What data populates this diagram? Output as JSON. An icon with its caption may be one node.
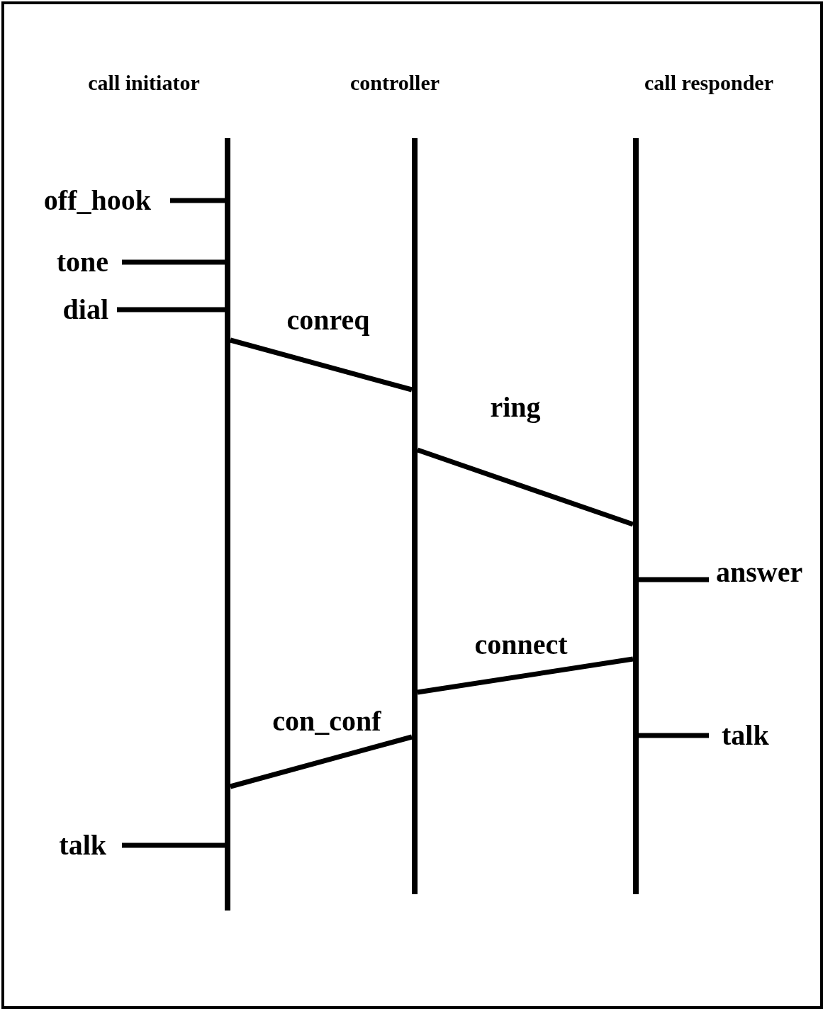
{
  "diagram": {
    "nodes": [
      {
        "text": [
          "call initiator"
        ]
      },
      {
        "text": [
          "controller"
        ]
      },
      {
        "text": [
          "call responder"
        ]
      },
      {
        "text": [
          "off_hook"
        ]
      },
      {
        "text": [
          "tone"
        ]
      },
      {
        "text": [
          "dial"
        ]
      },
      {
        "text": [
          "answer"
        ]
      },
      {
        "text": [
          "talk"
        ]
      },
      {
        "text": [
          "talk"
        ]
      }
    ],
    "edges": [
      {
        "from": 3,
        "to": 0,
        "arrow": "none"
      },
      {
        "from": 4,
        "to": 0,
        "arrow": "none"
      },
      {
        "from": 5,
        "to": 0,
        "arrow": "none"
      },
      {
        "from": 0,
        "to": 1,
        "label": "conreq",
        "arrow": "none"
      },
      {
        "from": 1,
        "to": 2,
        "label": "ring",
        "arrow": "none"
      },
      {
        "from": 6,
        "to": 2,
        "arrow": "none"
      },
      {
        "from": 2,
        "to": 1,
        "label": "connect",
        "arrow": "none"
      },
      {
        "from": 7,
        "to": 2,
        "arrow": "none"
      },
      {
        "from": 1,
        "to": 0,
        "label": "con_conf",
        "arrow": "none"
      },
      {
        "from": 8,
        "to": 0,
        "arrow": "none"
      }
    ]
  }
}
